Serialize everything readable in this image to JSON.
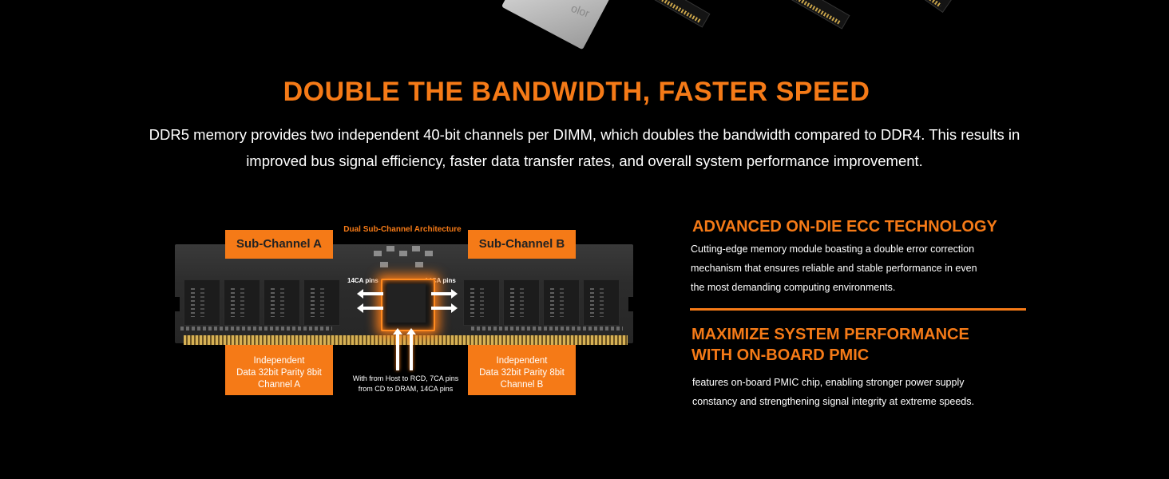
{
  "headline": "DOUBLE THE BANDWIDTH,  FASTER SPEED",
  "intro": {
    "line1": "DDR5 memory provides two independent 40-bit channels per DIMM, which doubles the bandwidth compared to DDR4. This results in",
    "line2": "improved bus signal efficiency,  faster data transfer rates, and overall system performance improvement."
  },
  "diagram": {
    "architecture_label": "Dual Sub-Channel Architecture",
    "sub_channel_a": "Sub-Channel A",
    "sub_channel_b": "Sub-Channel B",
    "ca_pins_left": "14CA pins",
    "ca_pins_right": "14CA pins",
    "channel_a": {
      "line1": "Independent",
      "line2": "Data 32bit Parity 8bit",
      "line3": "Channel A"
    },
    "channel_b": {
      "line1": "Independent",
      "line2": "Data 32bit Parity 8bit",
      "line3": "Channel B"
    },
    "host_note": {
      "line1": "With from Host to RCD, 7CA pins",
      "line2": "from CD to DRAM, 14CA pins"
    }
  },
  "features": [
    {
      "title": "ADVANCED ON-DIE ECC TECHNOLOGY",
      "lines": [
        "Cutting-edge memory module boasting a double error correction",
        "mechanism that ensures reliable and stable performance in even",
        "the most demanding computing  environments."
      ]
    },
    {
      "title_line1": "MAXIMIZE SYSTEM PERFORMANCE",
      "title_line2": "WITH ON-BOARD PMIC",
      "lines": [
        "features on-board PMIC chip,  enabling stronger power supply",
        "constancy  and strengthening signal integrity at extreme speeds."
      ]
    }
  ],
  "colors": {
    "accent": "#f57a17",
    "background": "#000000",
    "text": "#ffffff"
  },
  "icons": [
    "arrow-left-icon",
    "arrow-right-icon",
    "arrow-up-icon"
  ]
}
